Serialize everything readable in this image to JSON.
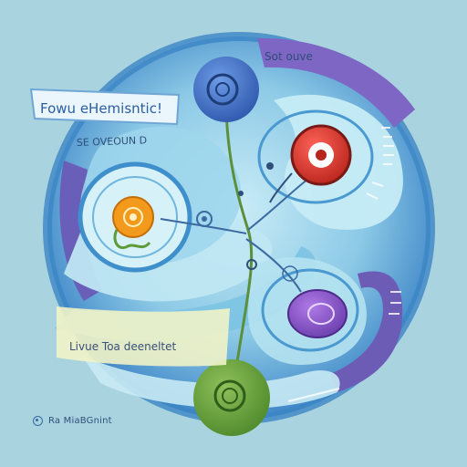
{
  "labels": {
    "top_banner": "Fowu eHemisntic!",
    "top_right_tag": "Sot ouve",
    "left_arc": "SE OVEOUN D",
    "lower_banner": "Livue Toa deeneltet",
    "footer_text": "Ra MiaBGnint"
  },
  "nodes": [
    {
      "name": "blue-node",
      "color": "#3f6fc9"
    },
    {
      "name": "red-node",
      "color": "#d8392f"
    },
    {
      "name": "orange-node",
      "color": "#f39a1c"
    },
    {
      "name": "purple-node",
      "color": "#8a55c9"
    },
    {
      "name": "green-node",
      "color": "#6aa23b"
    }
  ],
  "colors": {
    "background": "#a9d3df",
    "disc_outer": "#3f8ac9",
    "swirl_light": "#bfe6f2",
    "swirl_mid": "#7cc3e3",
    "purple_band": "#6d61b8",
    "stem": "#5c8f3a"
  },
  "footer_icon": "circle-dot-icon"
}
